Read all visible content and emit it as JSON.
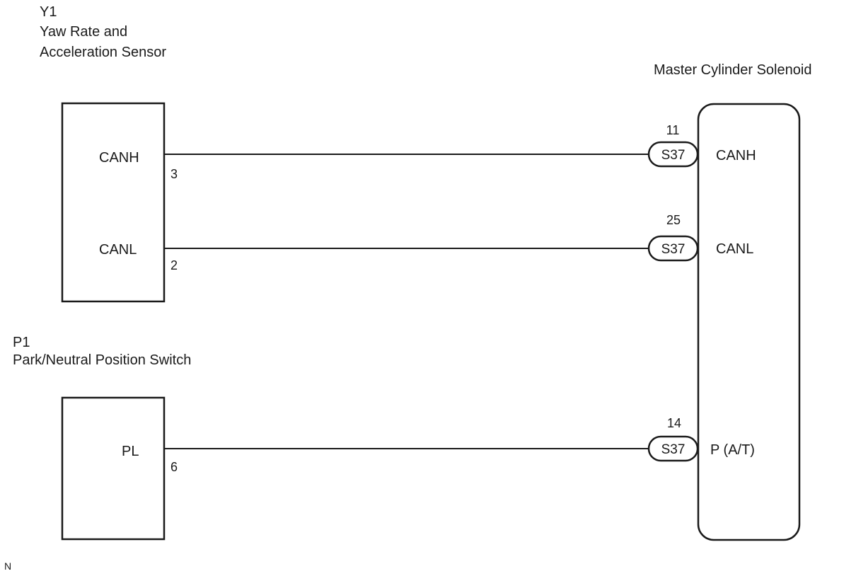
{
  "components": {
    "yaw_sensor": {
      "code": "Y1",
      "name_line1": "Yaw Rate and",
      "name_line2": "Acceleration Sensor"
    },
    "pn_switch": {
      "code": "P1",
      "name": "Park/Neutral Position Switch"
    },
    "master_cylinder": {
      "name": "Master Cylinder Solenoid"
    }
  },
  "wires": [
    {
      "from_signal": "CANH",
      "from_pin": "3",
      "connector": "S37",
      "to_pin": "11",
      "to_signal": "CANH"
    },
    {
      "from_signal": "CANL",
      "from_pin": "2",
      "connector": "S37",
      "to_pin": "25",
      "to_signal": "CANL"
    },
    {
      "from_signal": "PL",
      "from_pin": "6",
      "connector": "S37",
      "to_pin": "14",
      "to_signal": "P (A/T)"
    }
  ],
  "footer": {
    "mark": "N"
  }
}
